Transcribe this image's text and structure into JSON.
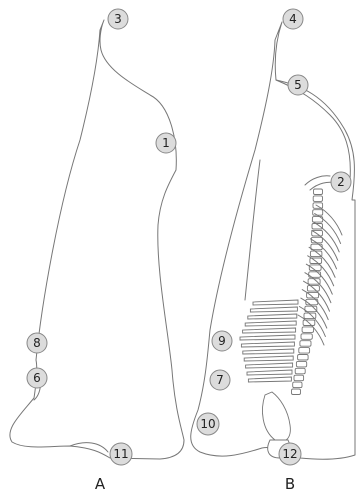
{
  "panels": [
    {
      "id": "A",
      "label": "A"
    },
    {
      "id": "B",
      "label": "B"
    }
  ],
  "markers": {
    "m1": "1",
    "m2": "2",
    "m3": "3",
    "m4": "4",
    "m5": "5",
    "m6": "6",
    "m7": "7",
    "m8": "8",
    "m9": "9",
    "m10": "10",
    "m11": "11",
    "m12": "12"
  },
  "colors": {
    "outline": "#777777",
    "marker_fill": "#dcdcdc",
    "background": "#ffffff"
  }
}
